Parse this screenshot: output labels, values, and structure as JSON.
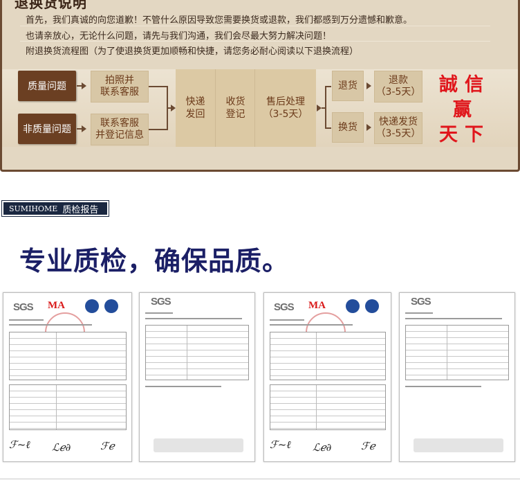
{
  "panel": {
    "title": "退换货说明",
    "notices": [
      "首先，我们真诚的向您道歉！不管什么原因导致您需要换货或退款，我们都感到万分遗憾和歉意。",
      "也请亲放心，无论什么问题，请先与我们沟通，我们会尽最大努力解决问题！",
      "附退换货流程图（为了使退换货更加顺畅和快捷，请您务必耐心阅读以下退换流程）"
    ],
    "flow": {
      "quality_issue": "质量问题",
      "non_quality_issue": "非质量问题",
      "photo_contact_1": "拍照并",
      "photo_contact_2": "联系客服",
      "contact_register_1": "联系客服",
      "contact_register_2": "并登记信息",
      "express_return_1": "快递",
      "express_return_2": "发回",
      "receive_register_1": "收货",
      "receive_register_2": "登记",
      "after_sale_1": "售后处理",
      "after_sale_2": "（3-5天）",
      "return_goods": "退货",
      "exchange_goods": "换货",
      "refund_1": "退款",
      "refund_2": "（3-5天）",
      "express_ship_1": "快递发货",
      "express_ship_2": "（3-5天）"
    },
    "slogan": {
      "line1": "誠信",
      "line2": "赢",
      "line3": "天下"
    }
  },
  "section": {
    "brand": "SUMIHOME",
    "tag_label": "质检报告",
    "headline": "专业质检，确保品质。"
  },
  "certificates": {
    "sgs_mark": "SGS",
    "ma_mark": "MA"
  },
  "colors": {
    "panel_bg": "#e3d7c2",
    "dark_button": "#6b3f22",
    "slogan": "#e0161c",
    "headline": "#1b1f66",
    "tag_bg": "#1a2740"
  }
}
